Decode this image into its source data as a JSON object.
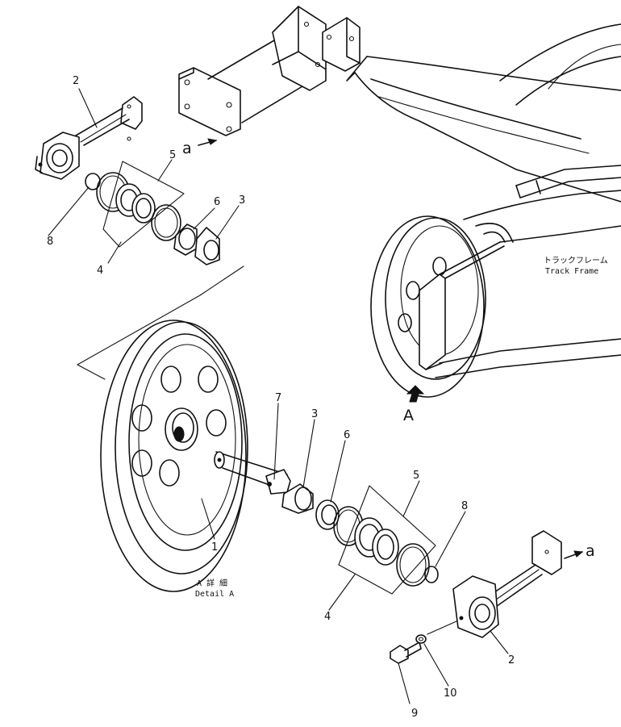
{
  "labels": {
    "p1": "1",
    "p2_top": "2",
    "p2_bottom": "2",
    "p3_top": "3",
    "p3_bottom": "3",
    "p4_top": "4",
    "p4_bottom": "4",
    "p5_top": "5",
    "p5_bottom": "5",
    "p6_top": "6",
    "p6_bottom": "6",
    "p7": "7",
    "p8_top": "8",
    "p8_bottom": "8",
    "p9": "9",
    "p10": "10",
    "view_a_arrow": "A",
    "section_a_top": "a",
    "section_a_right": "a"
  },
  "track_frame": {
    "jp": "トラックフレーム",
    "en": "Track Frame"
  },
  "detail": {
    "jp": "A 詳 細",
    "en": "Detail A"
  }
}
